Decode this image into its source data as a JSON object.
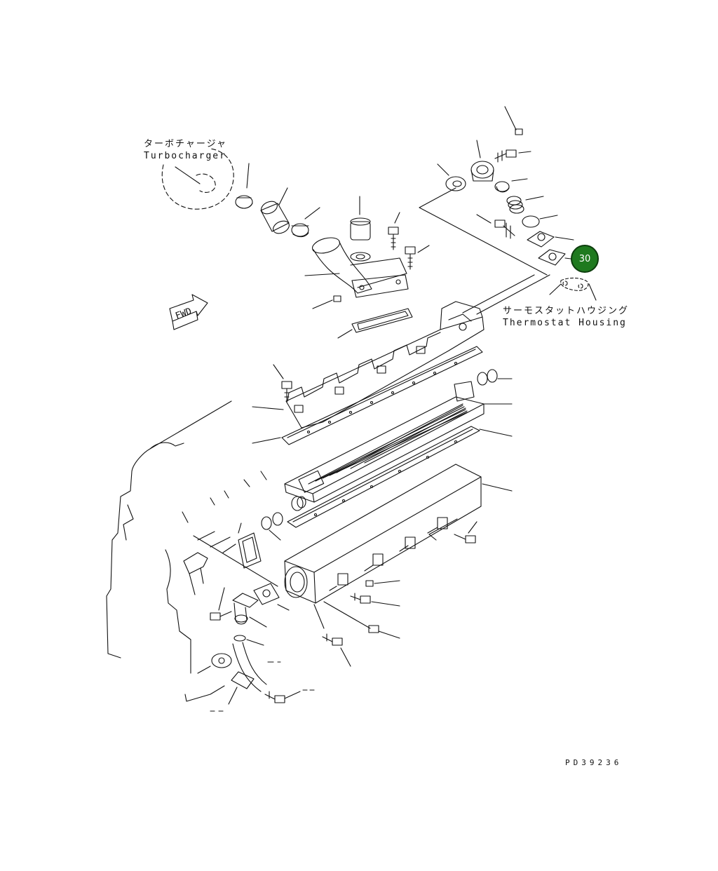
{
  "labels": {
    "turbocharger_jp": "ターボチャージャ",
    "turbocharger_en": "Turbocharger",
    "thermostat_jp": "サーモスタットハウジング",
    "thermostat_en": "Thermostat Housing",
    "fwd": "FWD",
    "drawing_number": "PD39236"
  },
  "callout": {
    "number": "30",
    "color": "#1f7a1f"
  }
}
